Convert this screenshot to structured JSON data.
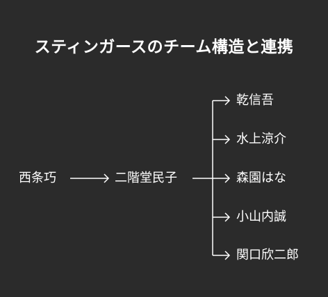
{
  "title": "スティンガースのチーム構造と連携",
  "root": {
    "label": "西条巧"
  },
  "leader": {
    "label": "二階堂民子"
  },
  "members": [
    {
      "label": "乾信吾"
    },
    {
      "label": "水上涼介"
    },
    {
      "label": "森園はな"
    },
    {
      "label": "小山内誠"
    },
    {
      "label": "関口欣二郎"
    }
  ],
  "colors": {
    "background": "#2b2b2b",
    "text": "#ffffff",
    "edge": "#ffffff"
  }
}
